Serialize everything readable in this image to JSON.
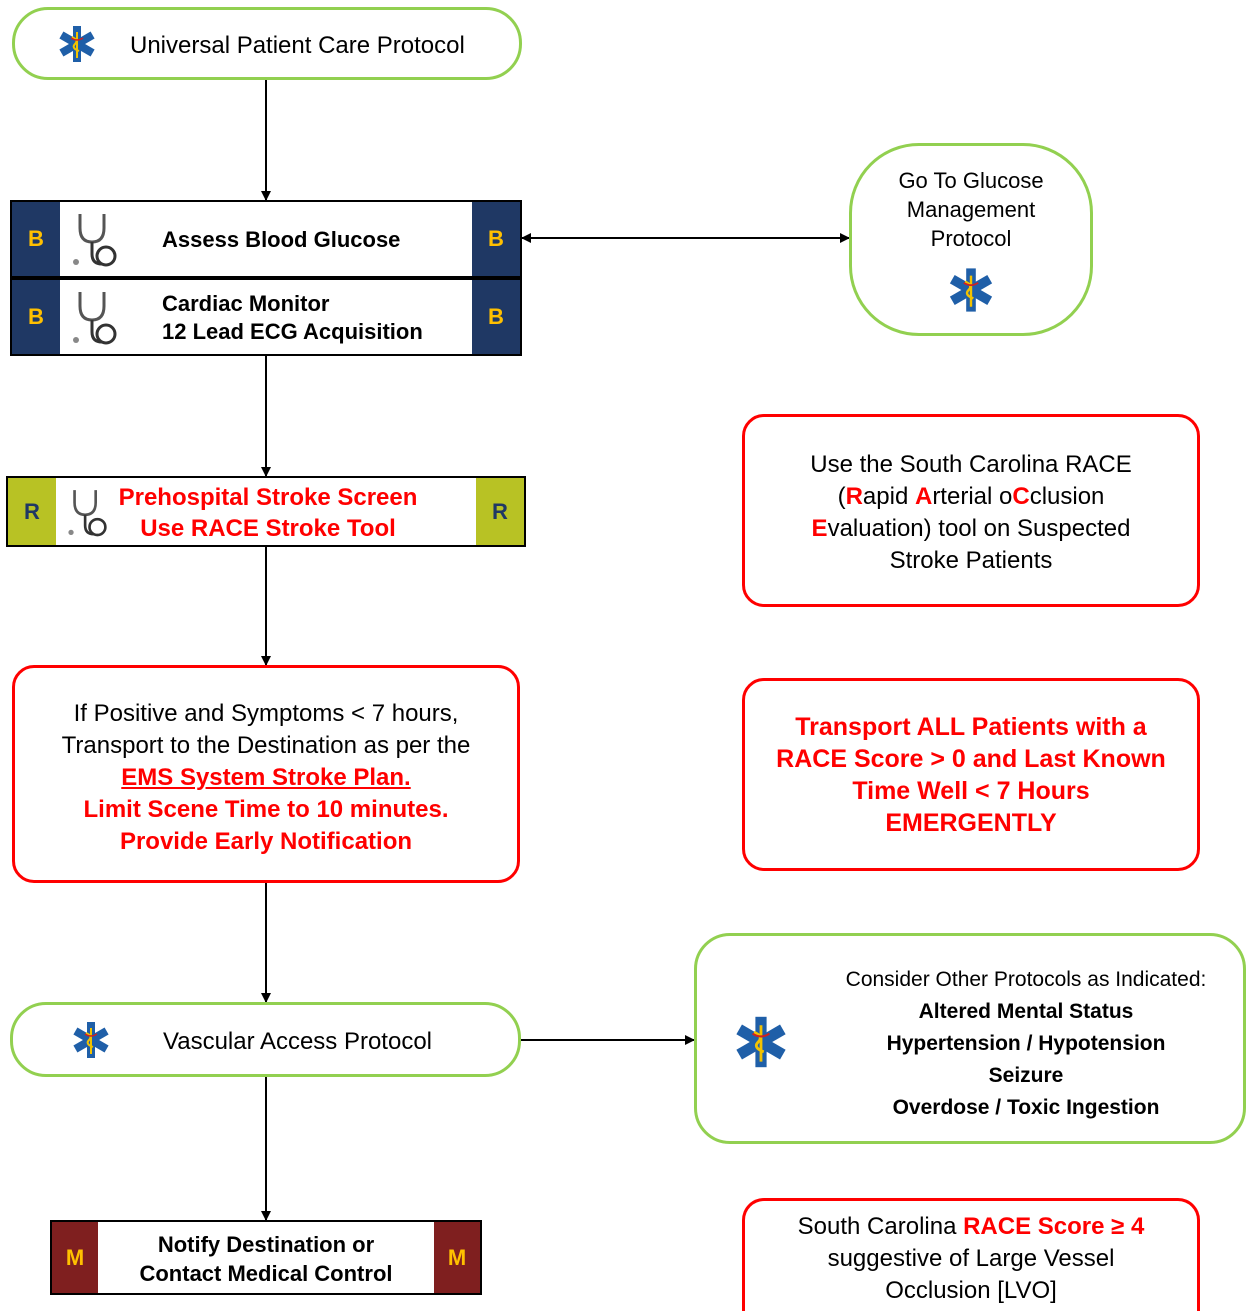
{
  "colors": {
    "basic_badge": "#1f3864",
    "basic_badge_text": "#ffc000",
    "r_badge": "#b8c224",
    "r_badge_text": "#1f3864",
    "m_badge": "#7f1f1f",
    "m_badge_text": "#ffc000",
    "green_border": "#92d050",
    "red_border": "#ff0000",
    "red_text": "#ff0000"
  },
  "universal": {
    "label": "Universal Patient Care Protocol",
    "icon": "star-of-life-icon"
  },
  "glucose_step": {
    "badge": "B",
    "label": "Assess Blood Glucose",
    "icon": "stethoscope-icon"
  },
  "cardiac_step": {
    "badge": "B",
    "line1": "Cardiac Monitor",
    "line2": "12 Lead ECG Acquisition",
    "icon": "stethoscope-icon"
  },
  "glucose_protocol": {
    "line1": "Go To Glucose",
    "line2": "Management",
    "line3": "Protocol",
    "icon": "star-of-life-icon"
  },
  "stroke_screen": {
    "badge": "R",
    "line1": "Prehospital Stroke Screen",
    "line2": "Use RACE Stroke Tool",
    "icon": "stethoscope-icon"
  },
  "race_note": {
    "line1": "Use the South Carolina RACE",
    "l2_open": "(",
    "l2_r": "R",
    "l2_apid": "apid ",
    "l2_a": "A",
    "l2_rterial": "rterial o",
    "l2_c": "C",
    "l2_clusion": "clusion",
    "l3_e": "E",
    "l3_rest": "valuation) tool on Suspected",
    "line4": "Stroke Patients"
  },
  "positive_box": {
    "line1": "If Positive and Symptoms < 7 hours,",
    "line2": "Transport to the Destination as per the",
    "line3": "EMS System Stroke Plan.",
    "line4": "Limit Scene Time to 10 minutes.",
    "line5": "Provide Early Notification"
  },
  "transport_box": {
    "line1": "Transport ALL Patients with a",
    "line2": "RACE Score > 0 and Last Known",
    "line3": "Time Well < 7 Hours",
    "line4": "EMERGENTLY"
  },
  "vascular": {
    "label": "Vascular Access Protocol",
    "icon": "star-of-life-icon"
  },
  "other_protocols": {
    "heading": "Consider Other Protocols as Indicated:",
    "items": [
      "Altered Mental Status",
      "Hypertension / Hypotension",
      "Seizure",
      "Overdose / Toxic Ingestion"
    ],
    "icon": "star-of-life-icon"
  },
  "notify_step": {
    "badge": "M",
    "line1": "Notify Destination or",
    "line2": "Contact Medical Control"
  },
  "lvo_note": {
    "line1_a": "South Carolina ",
    "line1_b": "RACE Score ≥ 4",
    "line2": "suggestive of Large Vessel",
    "line3": "Occlusion [LVO]"
  }
}
